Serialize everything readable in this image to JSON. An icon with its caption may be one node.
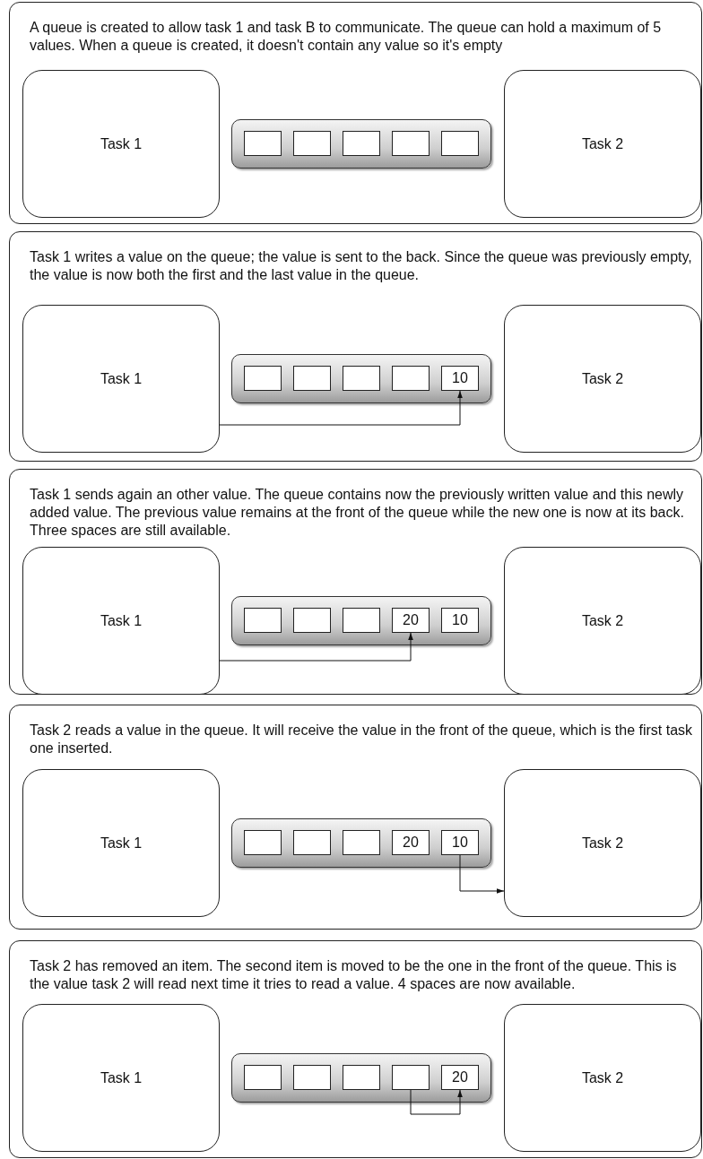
{
  "diagram": {
    "nodes": [
      {
        "text": [
          "A queue is created to allow task 1 and task B to communicate. The queue can hold a maximum of 5 values. When a queue is created, it doesn't contain any value so it's empty"
        ]
      },
      {
        "text": [
          "Task 1"
        ],
        "in": 0
      },
      {
        "text": [],
        "shape": "bar",
        "in": 0
      },
      {
        "text": [],
        "shape": "box",
        "in": 2
      },
      {
        "text": [],
        "shape": "box",
        "in": 2
      },
      {
        "text": [],
        "shape": "box",
        "in": 2
      },
      {
        "text": [],
        "shape": "box",
        "in": 2
      },
      {
        "text": [],
        "shape": "box",
        "in": 2
      },
      {
        "text": [
          "Task 2"
        ],
        "in": 0
      },
      {
        "text": [
          "Task 1 writes a value on the queue; the value is sent to the back. Since the queue was previously empty, the value is now both the first and the last value in the queue."
        ]
      },
      {
        "text": [
          "Task 1"
        ],
        "in": 9
      },
      {
        "text": [],
        "shape": "bar",
        "in": 9
      },
      {
        "text": [],
        "shape": "box",
        "in": 11
      },
      {
        "text": [],
        "shape": "box",
        "in": 11
      },
      {
        "text": [],
        "shape": "box",
        "in": 11
      },
      {
        "text": [],
        "shape": "box",
        "in": 11
      },
      {
        "text": [
          "10"
        ],
        "in": 11
      },
      {
        "text": [
          "Task 2"
        ],
        "in": 9
      },
      {
        "text": [
          "Task 1 sends again an other value. The queue contains now the previously written value and this newly added value. The previous value remains at the front of the queue while the new one is now at its back. Three spaces are still available."
        ]
      },
      {
        "text": [
          "Task 1"
        ],
        "in": 18
      },
      {
        "text": [],
        "shape": "bar",
        "in": 18
      },
      {
        "text": [],
        "shape": "box",
        "in": 20
      },
      {
        "text": [],
        "shape": "box",
        "in": 20
      },
      {
        "text": [],
        "shape": "box",
        "in": 20
      },
      {
        "text": [
          "20"
        ],
        "in": 20
      },
      {
        "text": [
          "10"
        ],
        "in": 20
      },
      {
        "text": [
          "Task 2"
        ],
        "in": 18
      },
      {
        "text": [
          "Task 2 reads a value in the queue. It will receive the value in the front of the queue, which is the first task one inserted."
        ]
      },
      {
        "text": [
          "Task 1"
        ],
        "in": 27
      },
      {
        "text": [],
        "shape": "bar",
        "in": 27
      },
      {
        "text": [],
        "shape": "box",
        "in": 29
      },
      {
        "text": [],
        "shape": "box",
        "in": 29
      },
      {
        "text": [],
        "shape": "box",
        "in": 29
      },
      {
        "text": [
          "20"
        ],
        "in": 29
      },
      {
        "text": [
          "10"
        ],
        "in": 29
      },
      {
        "text": [
          "Task 2"
        ],
        "in": 27
      },
      {
        "text": [
          "Task 2 has removed an item. The second item is moved to be the one in the front of the queue. This is the value task 2 will read next time it tries to read a value. 4 spaces are now available."
        ]
      },
      {
        "text": [
          "Task 1"
        ],
        "in": 36
      },
      {
        "text": [],
        "shape": "bar",
        "in": 36
      },
      {
        "text": [],
        "shape": "box",
        "in": 38
      },
      {
        "text": [],
        "shape": "box",
        "in": 38
      },
      {
        "text": [],
        "shape": "box",
        "in": 38
      },
      {
        "text": [],
        "shape": "box",
        "in": 38
      },
      {
        "text": [
          "20"
        ],
        "in": 38
      },
      {
        "text": [
          "Task 2"
        ],
        "in": 36
      }
    ],
    "edges": [
      {
        "from": 10,
        "to": 16,
        "arrow": "to"
      },
      {
        "from": 19,
        "to": 24,
        "arrow": "to"
      },
      {
        "from": 34,
        "to": 35,
        "arrow": "to"
      },
      {
        "from": 42,
        "to": 43,
        "arrow": "to"
      }
    ]
  }
}
